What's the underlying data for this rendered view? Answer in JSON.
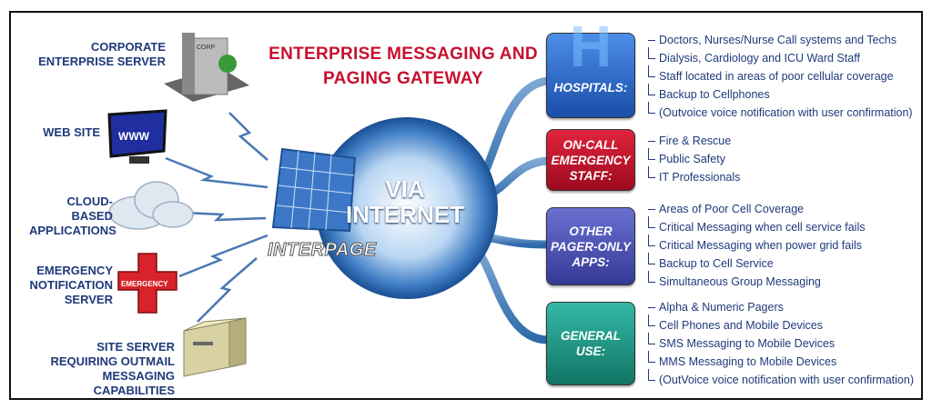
{
  "title": {
    "line1": "ENTERPRISE MESSAGING AND",
    "line2": "PAGING GATEWAY"
  },
  "sources": [
    {
      "id": "corporate",
      "lines": [
        "CORPORATE",
        "ENTERPRISE SERVER"
      ]
    },
    {
      "id": "website",
      "lines": [
        "WEB SITE"
      ]
    },
    {
      "id": "cloud",
      "lines": [
        "CLOUD-BASED",
        "APPLICATIONS"
      ]
    },
    {
      "id": "emergency",
      "lines": [
        "EMERGENCY",
        "NOTIFICATION",
        "SERVER"
      ]
    },
    {
      "id": "site",
      "lines": [
        "SITE SERVER",
        "REQUIRING OUTMAIL",
        "MESSAGING CAPABILITIES"
      ]
    }
  ],
  "icon_text": {
    "corp": "CORP",
    "www": "WWW",
    "emergency": "EMERGENCY"
  },
  "gateway": {
    "brand": "INTERPAGE",
    "center_line1": "VIA",
    "center_line2": "INTERNET"
  },
  "groups": [
    {
      "id": "hospitals",
      "label": [
        "HOSPITALS:"
      ],
      "color": "#2a63c4",
      "items": [
        "Doctors, Nurses/Nurse Call systems and Techs",
        "Dialysis, Cardiology and ICU Ward Staff",
        "Staff located in areas of poor cellular coverage",
        "Backup to Cellphones",
        "(Outvoice voice notification with user confirmation)"
      ]
    },
    {
      "id": "oncall",
      "label": [
        "ON-CALL",
        "EMERGENCY",
        "STAFF:"
      ],
      "color": "#c8102e",
      "items": [
        "Fire & Rescue",
        "Public Safety",
        "IT Professionals"
      ]
    },
    {
      "id": "other",
      "label": [
        "OTHER",
        "PAGER-ONLY",
        "APPS:"
      ],
      "color": "#4a4fb0",
      "items": [
        "Areas of Poor Cell Coverage",
        "Critical Messaging when cell service fails",
        "Critical Messaging when power grid fails",
        "Backup to Cell Service",
        "Simultaneous Group Messaging"
      ]
    },
    {
      "id": "general",
      "label": [
        "GENERAL",
        "USE:"
      ],
      "color": "#1f9a8a",
      "items": [
        "Alpha & Numeric Pagers",
        "Cell Phones and Mobile Devices",
        "SMS Messaging to Mobile Devices",
        "MMS Messaging to Mobile Devices",
        "(OutVoice voice notification with user confirmation)"
      ]
    }
  ]
}
